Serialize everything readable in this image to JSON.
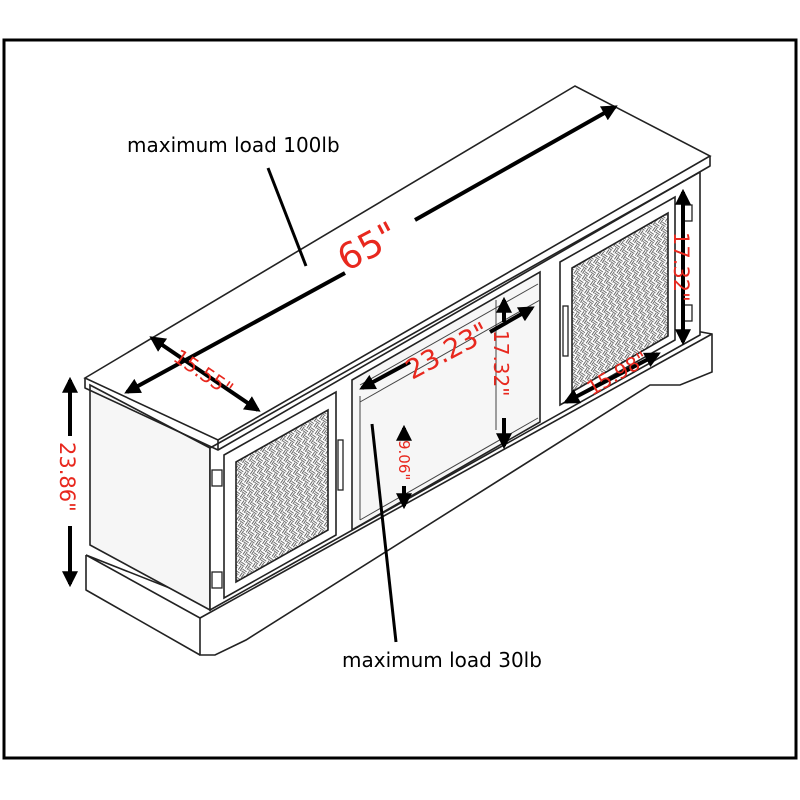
{
  "labels": {
    "top_load": "maximum load 100lb",
    "shelf_load": "maximum load 30lb"
  },
  "dimensions": {
    "width": "65\"",
    "depth": "15.55\"",
    "height": "23.86\"",
    "door_height": "17.32\"",
    "opening_width": "23.23\"",
    "opening_height": "17.32\"",
    "shelf_gap": "9.06\"",
    "door_depth": "15.98\""
  },
  "colors": {
    "dimension_text": "#e8281e",
    "lines": "#000000"
  }
}
